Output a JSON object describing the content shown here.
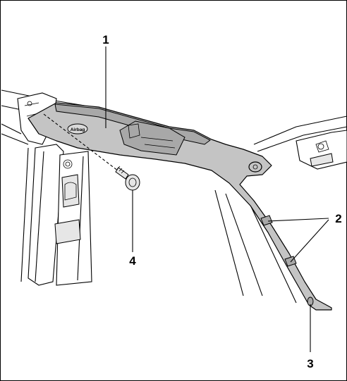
{
  "diagram": {
    "colors": {
      "trim_panel": "#c4c4c4",
      "trim_shade": "#a8a8a8",
      "outline": "#000000",
      "background": "#ffffff"
    },
    "airbag_badge_text": "Airbag",
    "callouts": [
      {
        "id": "1",
        "label": "1"
      },
      {
        "id": "2",
        "label": "2"
      },
      {
        "id": "3",
        "label": "3"
      },
      {
        "id": "4",
        "label": "4"
      }
    ]
  }
}
